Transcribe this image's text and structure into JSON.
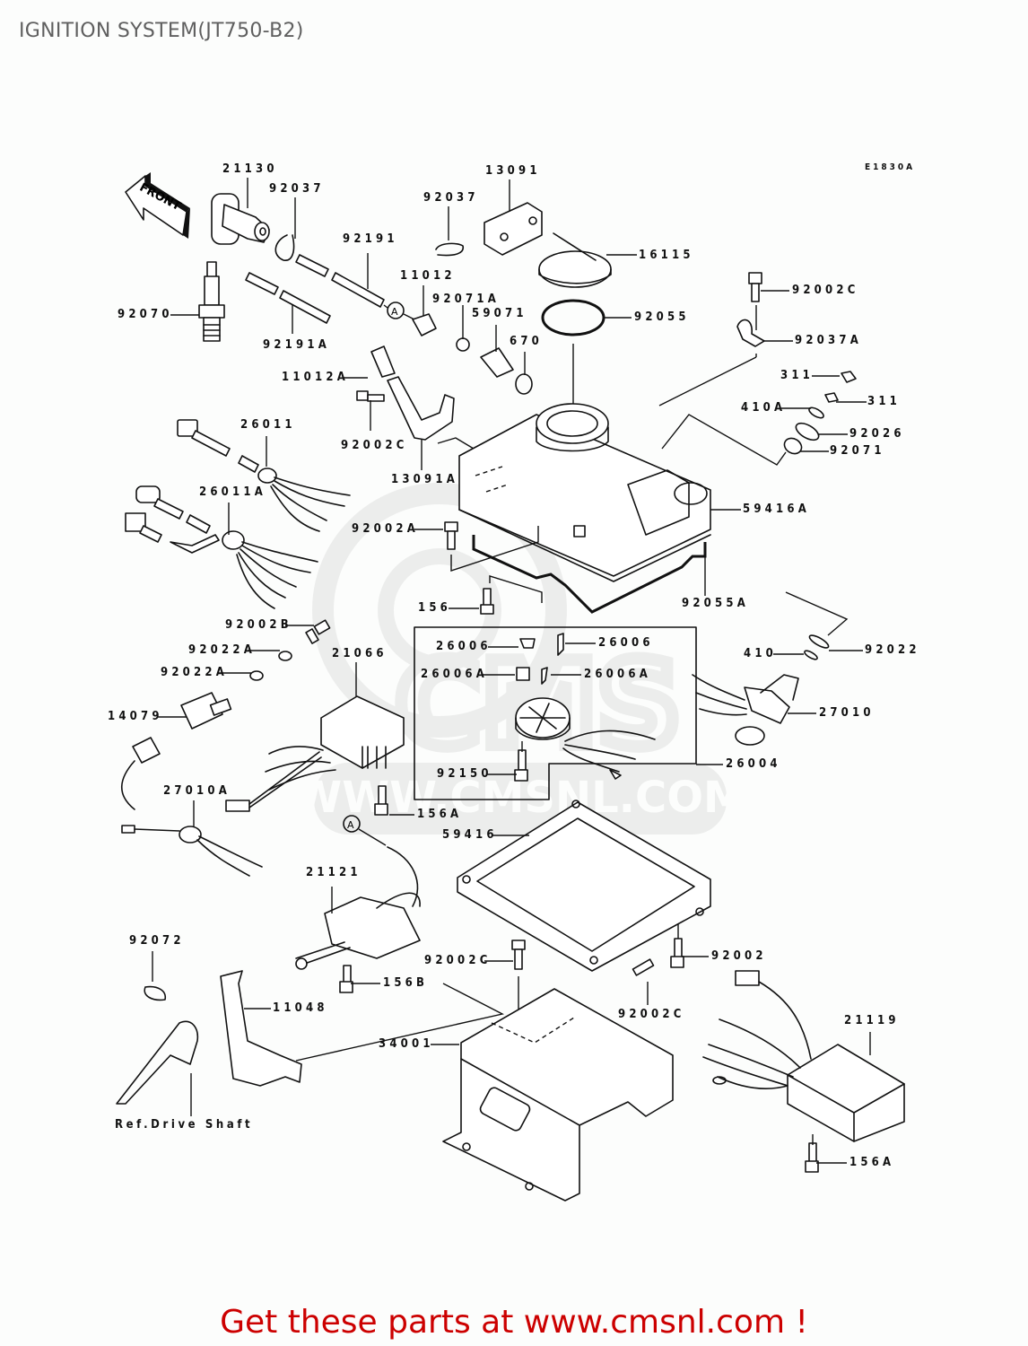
{
  "page": {
    "title": "IGNITION SYSTEM(JT750-B2)",
    "diagram_code": "E1830A",
    "front_arrow_label": "FRONT",
    "callout_a": "A",
    "ref_note": "Ref.Drive Shaft",
    "footer_text": "Get these parts at www.cmsnl.com !",
    "watermark_text": "WWW.CMSNL.COM"
  },
  "colors": {
    "footer": "#cc0000",
    "title": "#5f5f5f",
    "line": "#111111"
  },
  "parts": [
    {
      "id": "21130",
      "label": "21130"
    },
    {
      "id": "92037",
      "label": "92037"
    },
    {
      "id": "92037-b",
      "label": "92037"
    },
    {
      "id": "13091",
      "label": "13091"
    },
    {
      "id": "16115",
      "label": "16115"
    },
    {
      "id": "92191",
      "label": "92191"
    },
    {
      "id": "11012",
      "label": "11012"
    },
    {
      "id": "92071A",
      "label": "92071A"
    },
    {
      "id": "59071",
      "label": "59071"
    },
    {
      "id": "670",
      "label": "670"
    },
    {
      "id": "92055",
      "label": "92055"
    },
    {
      "id": "92070",
      "label": "92070"
    },
    {
      "id": "92191A",
      "label": "92191A"
    },
    {
      "id": "92002C-top",
      "label": "92002C"
    },
    {
      "id": "92037A",
      "label": "92037A"
    },
    {
      "id": "311-a",
      "label": "311"
    },
    {
      "id": "311-b",
      "label": "311"
    },
    {
      "id": "410A",
      "label": "410A"
    },
    {
      "id": "92026",
      "label": "92026"
    },
    {
      "id": "92071",
      "label": "92071"
    },
    {
      "id": "11012A",
      "label": "11012A"
    },
    {
      "id": "92002C-left",
      "label": "92002C"
    },
    {
      "id": "13091A",
      "label": "13091A"
    },
    {
      "id": "26011",
      "label": "26011"
    },
    {
      "id": "26011A",
      "label": "26011A"
    },
    {
      "id": "59416A",
      "label": "59416A"
    },
    {
      "id": "92002A",
      "label": "92002A"
    },
    {
      "id": "156",
      "label": "156"
    },
    {
      "id": "92055A",
      "label": "92055A"
    },
    {
      "id": "92002B",
      "label": "92002B"
    },
    {
      "id": "92022A-a",
      "label": "92022A"
    },
    {
      "id": "92022A-b",
      "label": "92022A"
    },
    {
      "id": "21066",
      "label": "21066"
    },
    {
      "id": "26006-a",
      "label": "26006"
    },
    {
      "id": "26006-b",
      "label": "26006"
    },
    {
      "id": "26006A-a",
      "label": "26006A"
    },
    {
      "id": "26006A-b",
      "label": "26006A"
    },
    {
      "id": "410",
      "label": "410"
    },
    {
      "id": "92022",
      "label": "92022"
    },
    {
      "id": "27010",
      "label": "27010"
    },
    {
      "id": "14079",
      "label": "14079"
    },
    {
      "id": "92150",
      "label": "92150"
    },
    {
      "id": "26004",
      "label": "26004"
    },
    {
      "id": "27010A",
      "label": "27010A"
    },
    {
      "id": "156A-a",
      "label": "156A"
    },
    {
      "id": "59416",
      "label": "59416"
    },
    {
      "id": "21121",
      "label": "21121"
    },
    {
      "id": "92072",
      "label": "92072"
    },
    {
      "id": "92002C-mid",
      "label": "92002C"
    },
    {
      "id": "92002",
      "label": "92002"
    },
    {
      "id": "156B",
      "label": "156B"
    },
    {
      "id": "11048",
      "label": "11048"
    },
    {
      "id": "92002C-right",
      "label": "92002C"
    },
    {
      "id": "34001",
      "label": "34001"
    },
    {
      "id": "21119",
      "label": "21119"
    },
    {
      "id": "156A-b",
      "label": "156A"
    }
  ]
}
